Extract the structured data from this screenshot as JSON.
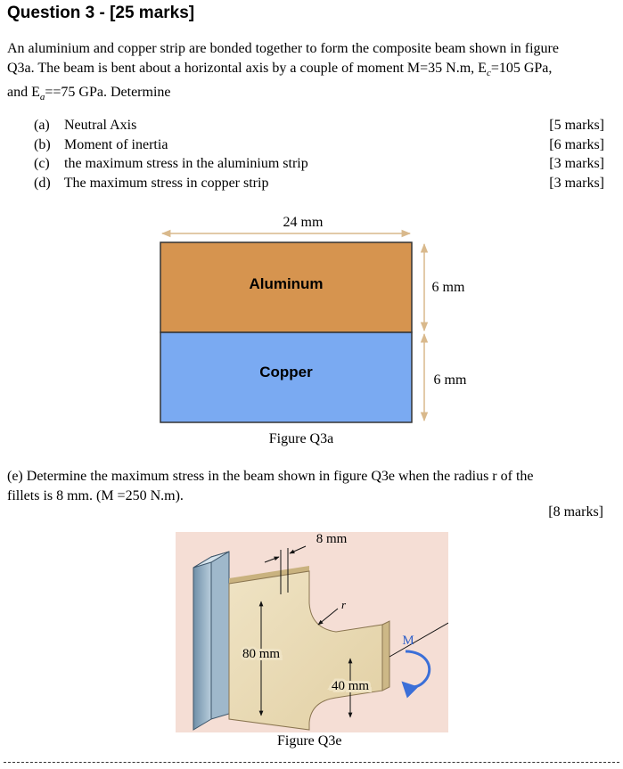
{
  "heading": "Question 3 - [25 marks]",
  "intro": {
    "line1": "An aluminium and copper strip are bonded together to form the composite beam shown in figure",
    "line2": "Q3a. The beam is bent about a horizontal axis by a couple of moment M=35 N.m, E",
    "line2_sub": "c",
    "line2_end": "=105 GPa,",
    "line3_start": "and E",
    "line3_sub": "a",
    "line3_end": "==75 GPa. Determine"
  },
  "parts": [
    {
      "label": "(a)",
      "text": "Neutral Axis",
      "marks": "[5 marks]"
    },
    {
      "label": "(b)",
      "text": "Moment of inertia",
      "marks": "[6 marks]"
    },
    {
      "label": "(c)",
      "text": "the maximum stress in the aluminium strip",
      "marks": "[3 marks]"
    },
    {
      "label": "(d)",
      "text": "The maximum stress in copper strip",
      "marks": "[3 marks]"
    }
  ],
  "figure_a": {
    "width_dim": "24 mm",
    "top_label": "Aluminum",
    "bottom_label": "Copper",
    "top_dim": "6 mm",
    "bottom_dim": "6 mm",
    "caption": "Figure Q3a",
    "colors": {
      "aluminum": "#d6944f",
      "copper": "#7aaaf2",
      "arrow": "#d9b98c"
    }
  },
  "part_e": {
    "line1": "(e) Determine the maximum stress in the beam shown in figure Q3e when the radius r of the",
    "line2": "fillets is 8 mm. (M =250 N.m).",
    "marks": "[8 marks]"
  },
  "figure_e": {
    "thickness_dim": "8 mm",
    "radius_label": "r",
    "height_dim": "80 mm",
    "small_dim": "40 mm",
    "moment_label": "M",
    "caption": "Figure Q3e"
  }
}
